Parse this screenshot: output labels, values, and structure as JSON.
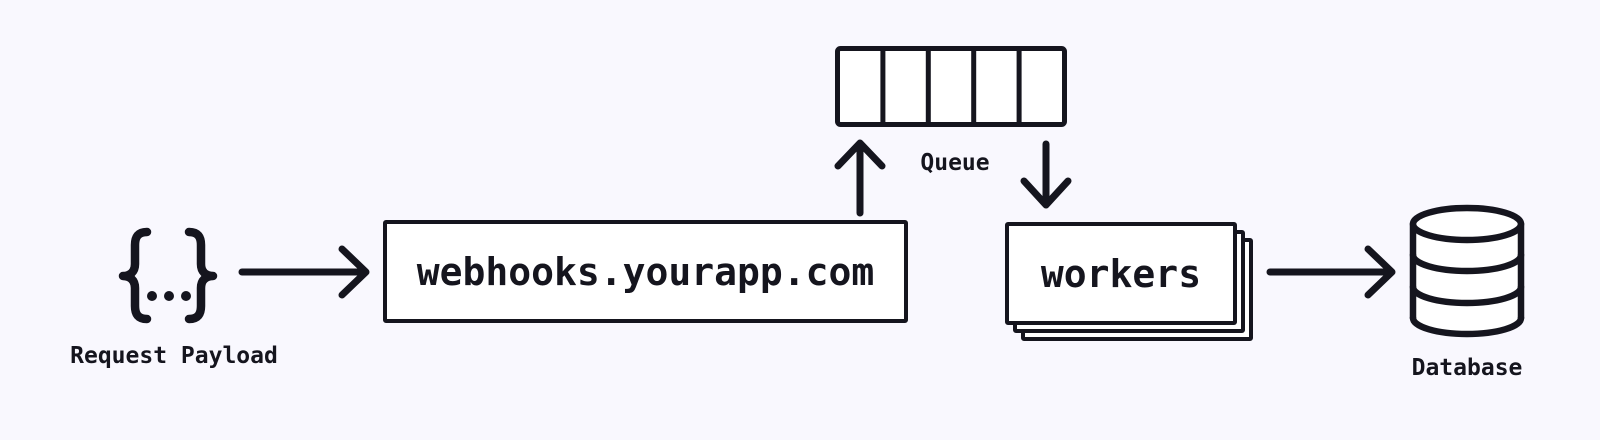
{
  "colors": {
    "background": "#f9f8fe",
    "ink": "#15151e",
    "node_fill": "#ffffff"
  },
  "nodes": {
    "payload": {
      "label": "Request Payload",
      "icon": "json-braces-icon"
    },
    "server": {
      "label": "webhooks.yourapp.com"
    },
    "queue": {
      "label": "Queue",
      "slots": 5
    },
    "workers": {
      "label": "workers",
      "stack_count": 3
    },
    "database": {
      "label": "Database",
      "icon": "database-cylinder-icon"
    }
  },
  "connections": [
    {
      "from": "payload",
      "to": "server",
      "direction": "right"
    },
    {
      "from": "server",
      "to": "queue",
      "direction": "up"
    },
    {
      "from": "queue",
      "to": "workers",
      "direction": "down"
    },
    {
      "from": "workers",
      "to": "database",
      "direction": "right"
    }
  ]
}
